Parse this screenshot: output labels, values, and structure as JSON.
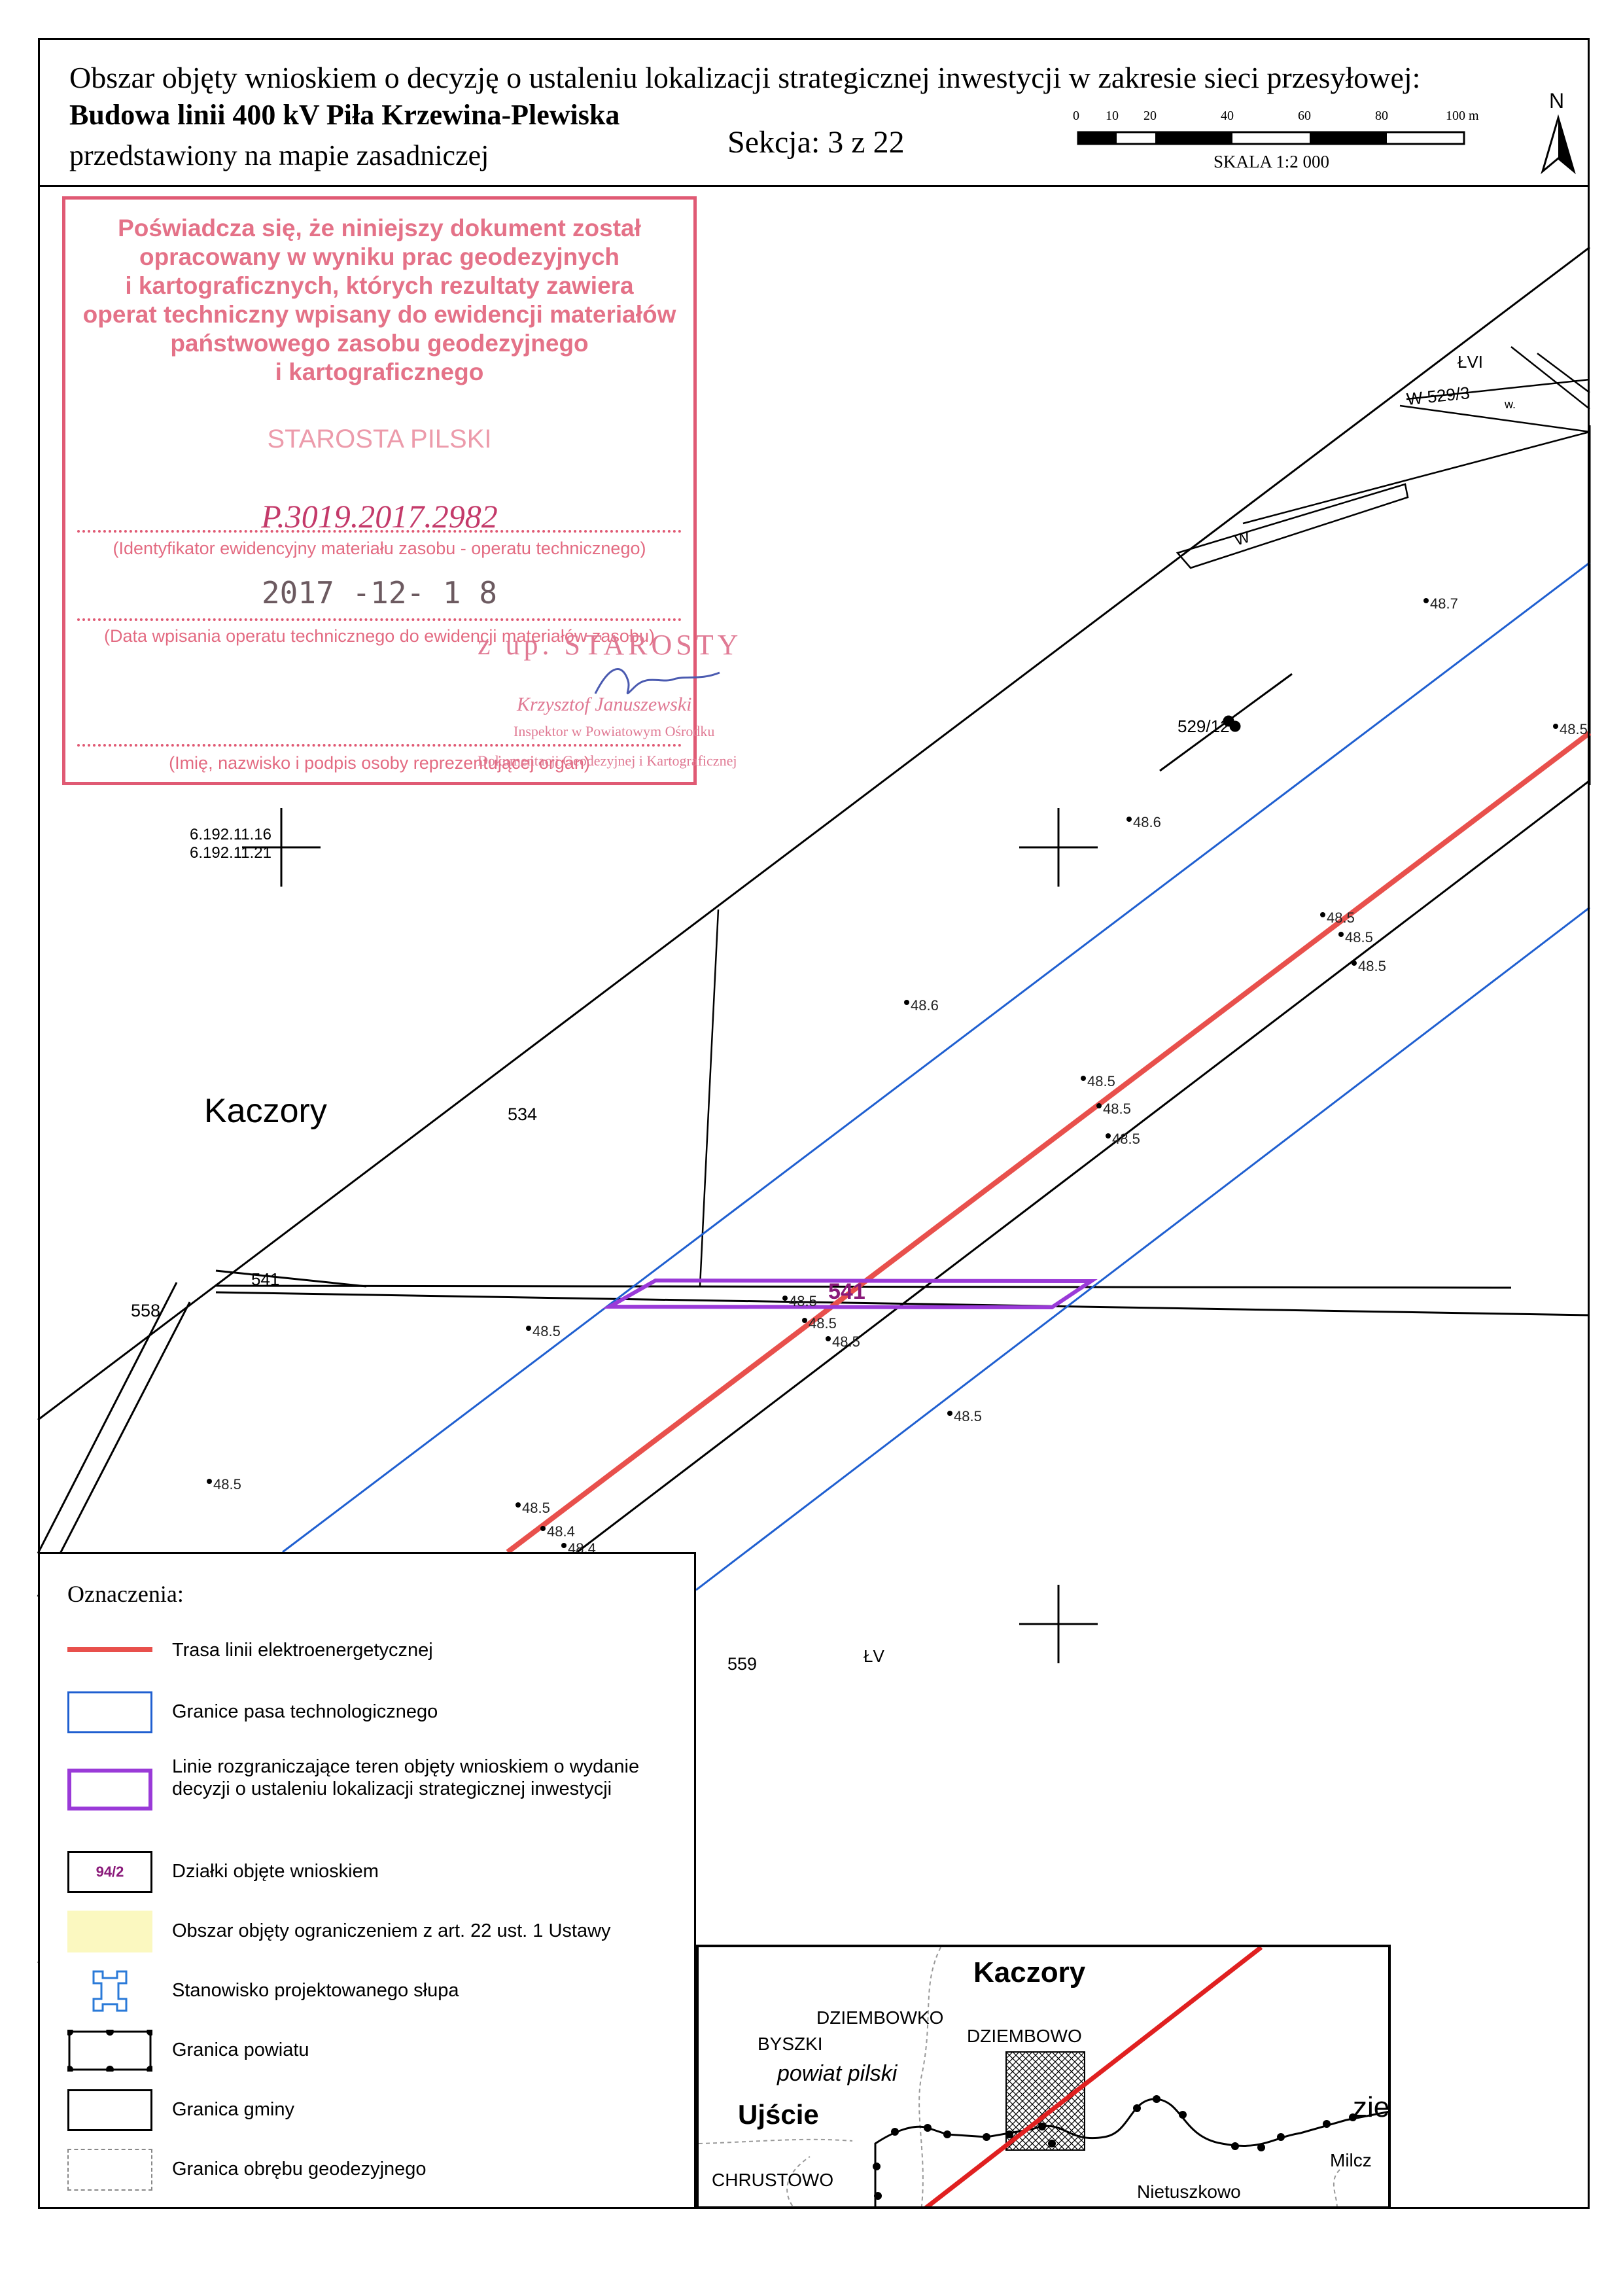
{
  "header": {
    "title": "Obszar objęty wnioskiem o decyzję o ustaleniu lokalizacji strategicznej inwestycji w zakresie sieci przesyłowej:",
    "project": "Budowa linii 400 kV Piła Krzewina-Plewiska",
    "subtitle": "przedstawiony na mapie zasadniczej",
    "section": "Sekcja: 3 z 22",
    "scale_ticks": [
      "0",
      "10",
      "20",
      "40",
      "60",
      "80",
      "100 m"
    ],
    "scale_caption": "SKALA 1:2 000",
    "north": "N"
  },
  "stamp": {
    "lines": [
      "Poświadcza się, że niniejszy dokument został",
      "opracowany w wyniku prac geodezyjnych",
      "i kartograficznych, których rezultaty zawiera",
      "operat techniczny wpisany do ewidencji materiałów",
      "państwowego zasobu geodezyjnego",
      "i kartograficznego"
    ],
    "authority": "STAROSTA PILSKI",
    "document_id": "P.3019.2017.2982",
    "id_caption": "(Identyfikator ewidencyjny materiału zasobu - operatu technicznego)",
    "date": "2017 -12- 1 8",
    "date_caption": "(Data wpisania operatu technicznego do ewidencji materiałów zasobu)",
    "signer_caption": "(Imię, nazwisko i podpis osoby reprezentującej organ)",
    "official_stamp": "z up. STAROSTY",
    "official_name": "Krzysztof Januszewski",
    "official_role_1": "Inspektor w Powiatowym Ośrodku",
    "official_role_2": "Dokumentacji Geodezyjnej i Kartograficznej"
  },
  "map": {
    "village": "Kaczory",
    "coords_1": "6.192.11.16",
    "coords_2": "6.192.11.21",
    "parcels": {
      "p534": "534",
      "p558": "558",
      "p559": "559",
      "p541_small": "541",
      "p529": "529/12"
    },
    "highlight_parcel": "541",
    "land_classes": {
      "lvi": "ŁVI",
      "lv": "ŁV",
      "w529": "W 529/3",
      "w_small": "w.",
      "w_canal": "W"
    },
    "spot_heights": [
      {
        "label": "48.7"
      },
      {
        "label": "48.5"
      },
      {
        "label": "48.6"
      },
      {
        "label": "48.5"
      },
      {
        "label": "48.5"
      },
      {
        "label": "48.5"
      },
      {
        "label": "48.6"
      },
      {
        "label": "48.5"
      },
      {
        "label": "48.5"
      },
      {
        "label": "48.5"
      },
      {
        "label": "48.5"
      },
      {
        "label": "48.5"
      },
      {
        "label": "48.5"
      },
      {
        "label": "48.5"
      },
      {
        "label": "48.5"
      },
      {
        "label": "48.5"
      },
      {
        "label": "48.5"
      },
      {
        "label": "48.4"
      },
      {
        "label": "48.4"
      }
    ]
  },
  "legend": {
    "title": "Oznaczenia:",
    "items": [
      {
        "label": "Trasa linii elektroenergetycznej",
        "color": "#e8504c"
      },
      {
        "label": "Granice pasa technologicznego",
        "color": "#1f5fd0"
      },
      {
        "label": "Linie rozgraniczające teren objęty wnioskiem o wydanie decyzji o ustaleniu lokalizacji strategicznej inwestycji",
        "color": "#9a3ad8"
      },
      {
        "label": "Działki objęte wnioskiem",
        "sample": "94/2",
        "color": "#8a1a7a"
      },
      {
        "label": "Obszar objęty ograniczeniem z art. 22 ust. 1 Ustawy",
        "color": "#fbf8c0"
      },
      {
        "label": "Stanowisko projektowanego słupa",
        "color": "#2a7ad8"
      },
      {
        "label": "Granica powiatu"
      },
      {
        "label": "Granica gminy"
      },
      {
        "label": "Granica obrębu geodezyjnego"
      }
    ]
  },
  "inset": {
    "kaczory": "Kaczory",
    "dziembowko": "DZIEMBOWKO",
    "byszki": "BYSZKI",
    "dziembowo": "DZIEMBOWO",
    "powiat": "powiat pilski",
    "ujscie": "Ujście",
    "chrustowo": "CHRUSTOWO",
    "nietuszkowo": "Nietuszkowo",
    "milcz": "Milcz",
    "ziez": "zież"
  }
}
